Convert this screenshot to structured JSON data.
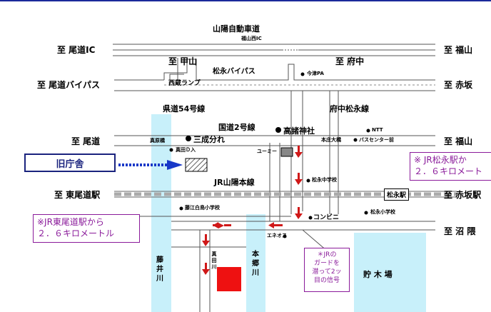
{
  "roads": {
    "sanyo_expressway": "山陽自動車道",
    "fukuyama_nishi_ic": "福山西IC",
    "to_onomichi_ic": "至 尾道IC",
    "to_fukuyama_ic": "至 福山",
    "to_koyama": "至 甲山",
    "to_fuchu": "至 府中",
    "matsunaga_bypass": "松永バイパス",
    "imazu_pa": "今津PA",
    "nishikura_ramp": "西蔵ランプ",
    "to_onomichi_bypass": "至 尾道バイパス",
    "to_akasaka_1": "至 赤坂",
    "prefectural_54": "県道54号線",
    "fuchu_matsunaga": "府中松永線",
    "national_2": "国道2号線",
    "to_onomichi": "至 尾道",
    "to_fukuyama": "至 福山",
    "to_higashi_onomichi_st": "至 東尾道駅",
    "to_akasaka_st": "至 赤坂駅",
    "to_numakuma": "至 沼 隈"
  },
  "landmarks": {
    "sannari_wake": "三成分れ",
    "takasu_shrine": "高諸神社",
    "ntt": "NTT",
    "honko_ohashi": "本庄大橋",
    "bus_center": "バスセンター前",
    "yuumii": "ユーミー",
    "matsunaga_jhs": "松永中学校",
    "matsunaga_es": "松永小学校",
    "matsunaga_station": "松永駅",
    "convenience": "コンビニ",
    "es_left": "藤江白鳥小学校",
    "eneos": "エネオス",
    "mahara_bridge": "真原橋",
    "higashi_mahara": "真田Ｄ入",
    "jr_sanyo_line": "JR山陽本線",
    "hondo_river": "本 郷 川",
    "fujii_river": "藤 井 川",
    "mahara_river": "真 田 川",
    "kichiku_pond": "貯 木 場"
  },
  "labels": {
    "old_office": "旧庁舎"
  },
  "notes": {
    "higashi_onomichi_line1": "※JR東尾道駅から",
    "higashi_onomichi_line2": "２．６キロメートル",
    "matsunaga_line1": "※ JR松永駅か",
    "matsunaga_line2": "２．６キロメート",
    "guard_line1": "＊JRの",
    "guard_line2": "ガードを",
    "guard_line3": "潜って2ッ",
    "guard_line4": "目の信号"
  },
  "colors": {
    "river": "#c8f0fa",
    "road_line": "#555555",
    "rail": "#aaaaaa",
    "arrow_red": "#d01818",
    "arrow_blue": "#1838c8",
    "target": "#ee1111",
    "note_purple": "#8a1a9a",
    "label_navy": "#1a237e"
  },
  "icons": [
    "red-arrow-icon",
    "blue-arrow-icon",
    "landmark-dot-icon",
    "hatched-building-icon"
  ]
}
